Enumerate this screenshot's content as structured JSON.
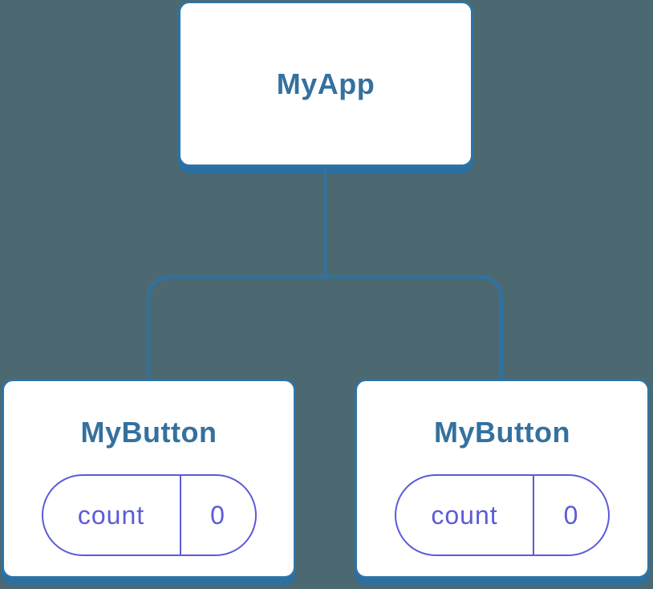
{
  "diagram": {
    "type": "component-tree",
    "colors": {
      "background": "#4C6972",
      "node_fill": "#FFFFFF",
      "node_border": "#2E73A5",
      "node_shadow": "#2D6FA0",
      "title_text": "#34719E",
      "state_accent": "#5B5BD9"
    },
    "tree": {
      "root": {
        "label": "MyApp"
      },
      "children": [
        {
          "label": "MyButton",
          "state": {
            "name": "count",
            "value": "0"
          }
        },
        {
          "label": "MyButton",
          "state": {
            "name": "count",
            "value": "0"
          }
        }
      ]
    }
  }
}
